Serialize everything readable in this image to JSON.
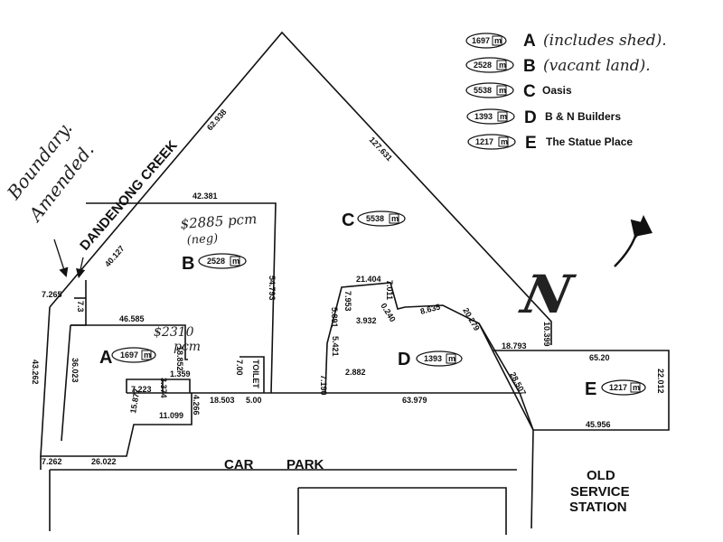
{
  "creek": "DANDENONG CREEK",
  "car_park": {
    "word1": "CAR",
    "word2": "PARK"
  },
  "old_service_station": [
    "OLD",
    "SERVICE",
    "STATION"
  ],
  "north": "N",
  "annotations": {
    "boundary_line1": "Boundary.",
    "boundary_line2": "Amended."
  },
  "legend": [
    {
      "area": "1697",
      "letter": "A",
      "note": "(includes shed)."
    },
    {
      "area": "2528",
      "letter": "B",
      "note": "(vacant land)."
    },
    {
      "area": "5538",
      "letter": "C",
      "note": "Oasis"
    },
    {
      "area": "1393",
      "letter": "D",
      "note": "B & N Builders"
    },
    {
      "area": "1217",
      "letter": "E",
      "note": "The Statue Place"
    }
  ],
  "lots": {
    "A": {
      "letter": "A",
      "area": "1697",
      "rent_line1": "$2310",
      "rent_line2": "pcm"
    },
    "B": {
      "letter": "B",
      "area": "2528",
      "rent_line1": "$2885 pcm",
      "rent_line2": "(neg)"
    },
    "C": {
      "letter": "C",
      "area": "5538"
    },
    "D": {
      "letter": "D",
      "area": "1393"
    },
    "E": {
      "letter": "E",
      "area": "1217"
    }
  },
  "toilet": "TOILET",
  "area_unit": "m",
  "dims": {
    "creek_edge_upper": "62.938",
    "creek_edge_lower": "40.127",
    "east_diag": "127.631",
    "b_top": "42.381",
    "b_right": "54.793",
    "a_top": "46.585",
    "a_right": "18.852",
    "step1": "1.359",
    "step2": "3.374",
    "step3": "7.223",
    "step4": "11.099",
    "step5": "4.266",
    "step6": "15.877",
    "bottom_a": "26.022",
    "left_top": "7.265",
    "left_vertical": "43.262",
    "left_bottom": "7.262",
    "inner_left": "36.023",
    "small_vert": "7.3",
    "toilet_left": "7.00",
    "base1": "18.503",
    "base2": "5.00",
    "base3": "63.979",
    "d_21": "21.404",
    "d_7011": "7.011",
    "d_7953": "7.953",
    "d_3932": "3.932",
    "d_0240": "0.240",
    "d_8635": "8.635",
    "d_20279": "20.279",
    "d_5891": "5.891",
    "d_5421": "5.421",
    "d_2882": "2.882",
    "d_7190": "7.190",
    "d_28507": "28.507",
    "e_18793": "18.793",
    "e_10399": "10.399",
    "e_6520": "65.20",
    "e_22012": "22.012",
    "e_45956": "45.956"
  }
}
